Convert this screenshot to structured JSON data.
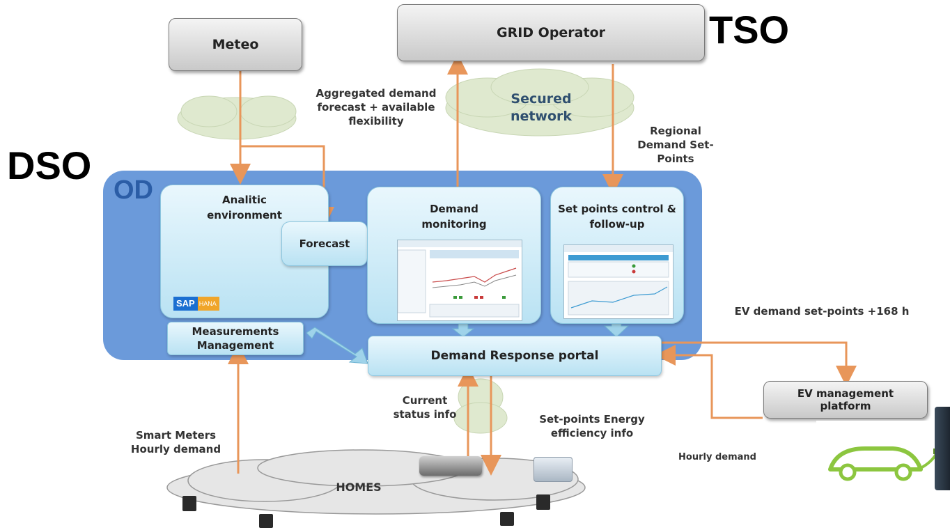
{
  "labels": {
    "tso": "TSO",
    "dso": "DSO",
    "od": "OD",
    "meteo": "Meteo",
    "grid_operator": "GRID Operator",
    "secured_network": "Secured network",
    "aggregated": "Aggregated demand forecast + available flexibility",
    "regional": "Regional Demand Set-Points",
    "analitic": "Analitic environment",
    "forecast": "Forecast",
    "demand_monitoring": "Demand monitoring",
    "setpoints_control": "Set points control & follow-up",
    "sap": "SAP",
    "hana": "HANA",
    "measurements": "Measurements Management",
    "dr_portal": "Demand Response portal",
    "ev_setpoints": "EV demand set-points +168 h",
    "ev_platform": "EV management platform",
    "current_status": "Current status info",
    "setpoints_info": "Set-points Energy efficiency info",
    "smart_meters": "Smart Meters Hourly demand",
    "hourly_demand": "Hourly demand",
    "homes": "HOMES"
  },
  "colors": {
    "arrow_orange": "#e8965a",
    "arrow_blue": "#9fd3ea",
    "od_band": "#5b8fd6",
    "cloud": "#dfe9cf"
  }
}
